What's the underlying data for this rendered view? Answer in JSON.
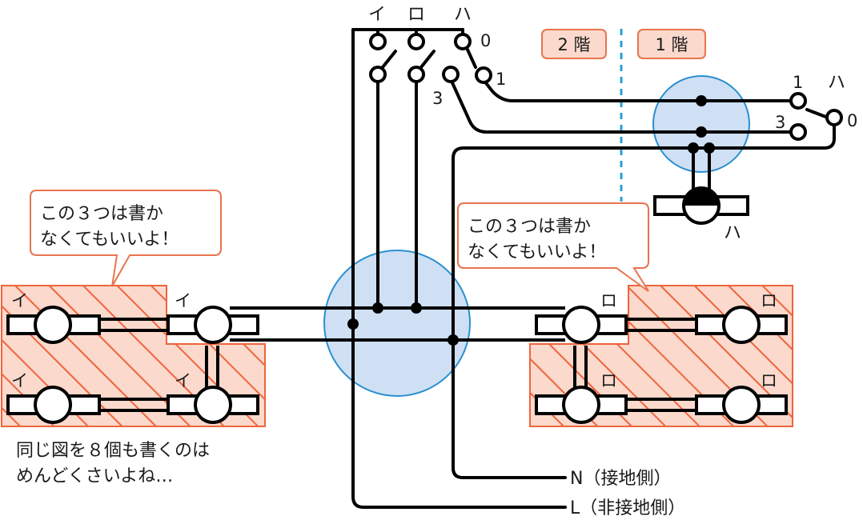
{
  "labels": {
    "switch_i": "イ",
    "switch_ro": "ロ",
    "switch_ha": "ハ",
    "contact_0": "0",
    "contact_1": "1",
    "contact_3": "3",
    "floor_2": "2 階",
    "floor_1": "1 階",
    "r_contact_1": "1",
    "r_switch_ha": "ハ",
    "r_contact_3": "3",
    "r_contact_0": "0",
    "lamp_ha": "ハ",
    "lamp_i_main": "イ",
    "lamp_i_tl": "イ",
    "lamp_i_bl": "イ",
    "lamp_i_bm": "イ",
    "lamp_ro_main": "ロ",
    "lamp_ro_tr": "ロ",
    "lamp_ro_bm": "ロ",
    "lamp_ro_br": "ロ",
    "neutral": "N（接地側）",
    "live": "L（非接地側）"
  },
  "notes": {
    "left_callout": [
      "この３つは書か",
      "なくてもいいよ！"
    ],
    "right_callout": [
      "この３つは書か",
      "なくてもいいよ！"
    ],
    "bottom_note": [
      "同じ図を８個も書くのは",
      "めんどくさいよね…"
    ]
  },
  "colors": {
    "hatch_stroke": "#f0643c",
    "hatch_fill": "#fbd9cc",
    "junction_fill": "#cfe0f5",
    "junction_stroke": "#2a8fd0",
    "callout_border": "#e8734f",
    "floor_divider": "#2a9fd6",
    "wire": "#000000"
  }
}
